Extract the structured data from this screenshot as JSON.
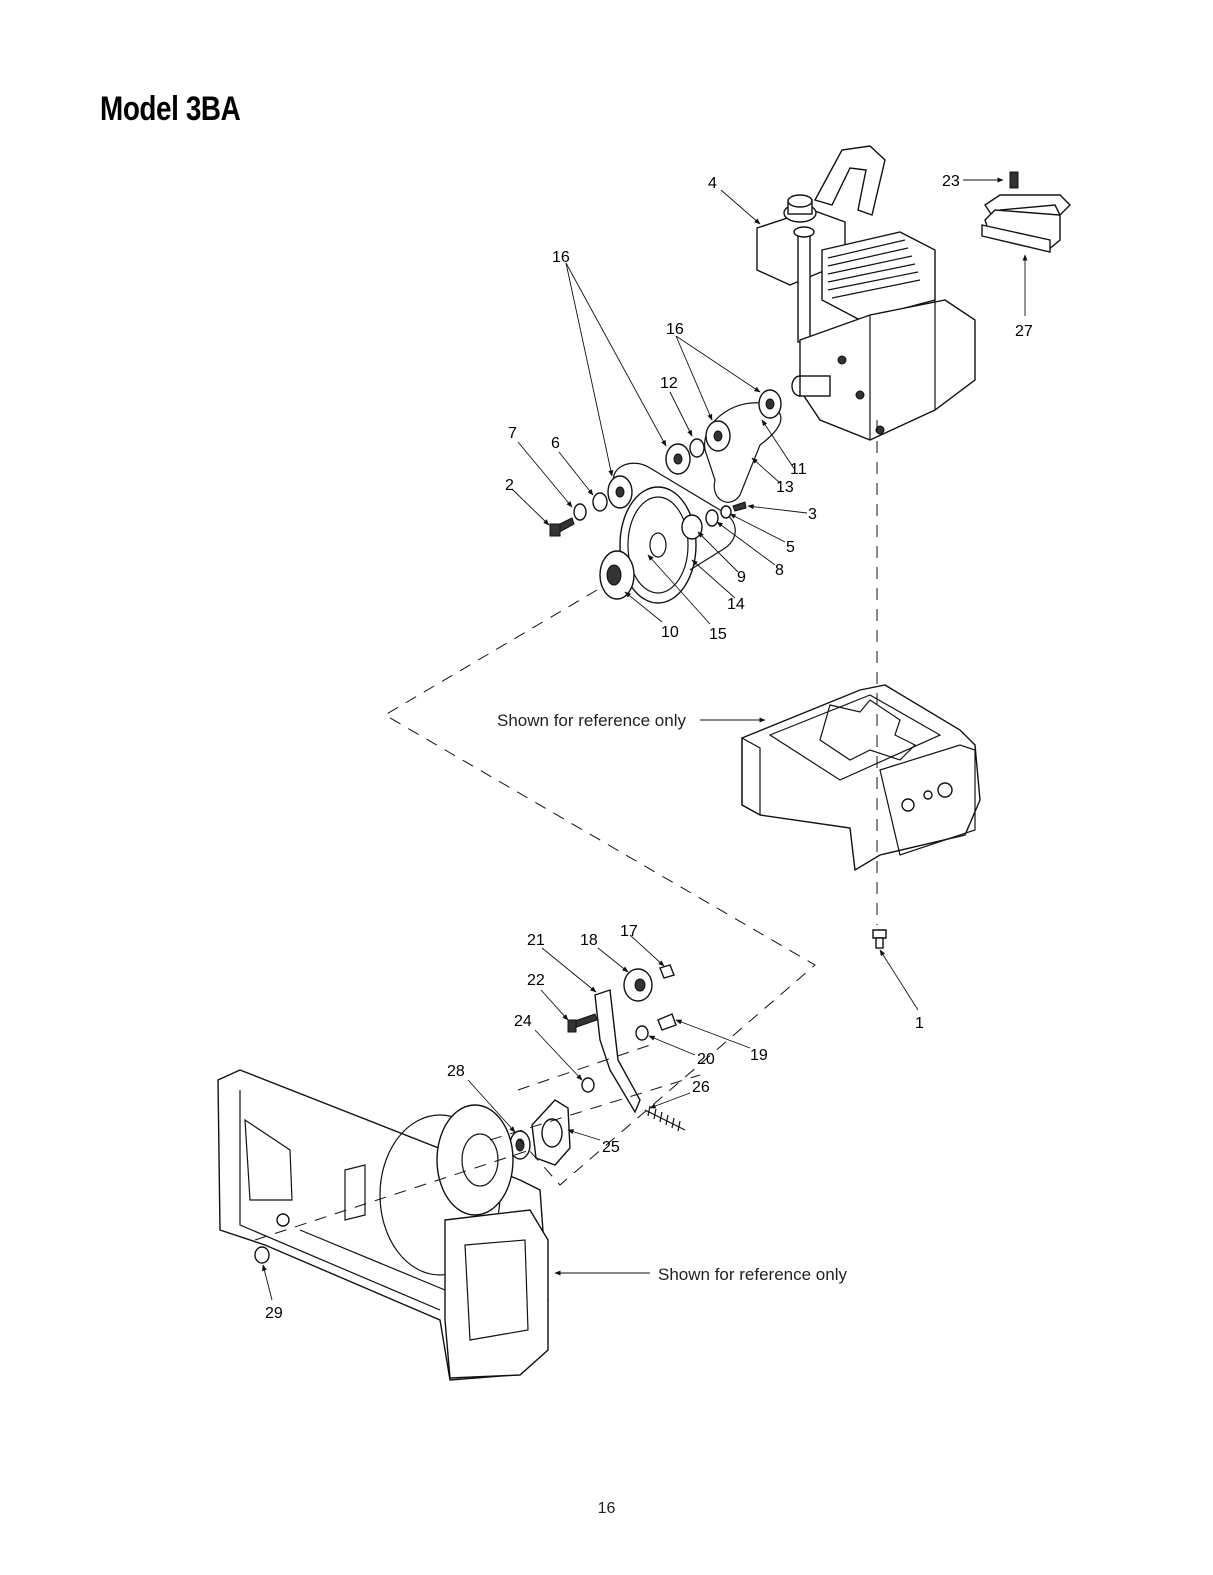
{
  "page": {
    "title": "Model 3BA",
    "page_number": "16"
  },
  "references": [
    {
      "text": "Shown for reference only"
    },
    {
      "text": "Shown for reference only"
    }
  ],
  "callouts": [
    {
      "label": "4"
    },
    {
      "label": "23"
    },
    {
      "label": "27"
    },
    {
      "label": "16"
    },
    {
      "label": "16"
    },
    {
      "label": "12"
    },
    {
      "label": "7"
    },
    {
      "label": "6"
    },
    {
      "label": "2"
    },
    {
      "label": "11"
    },
    {
      "label": "13"
    },
    {
      "label": "3"
    },
    {
      "label": "5"
    },
    {
      "label": "8"
    },
    {
      "label": "9"
    },
    {
      "label": "14"
    },
    {
      "label": "10"
    },
    {
      "label": "15"
    },
    {
      "label": "17"
    },
    {
      "label": "21"
    },
    {
      "label": "18"
    },
    {
      "label": "22"
    },
    {
      "label": "24"
    },
    {
      "label": "19"
    },
    {
      "label": "20"
    },
    {
      "label": "26"
    },
    {
      "label": "28"
    },
    {
      "label": "25"
    },
    {
      "label": "29"
    },
    {
      "label": "1"
    }
  ]
}
